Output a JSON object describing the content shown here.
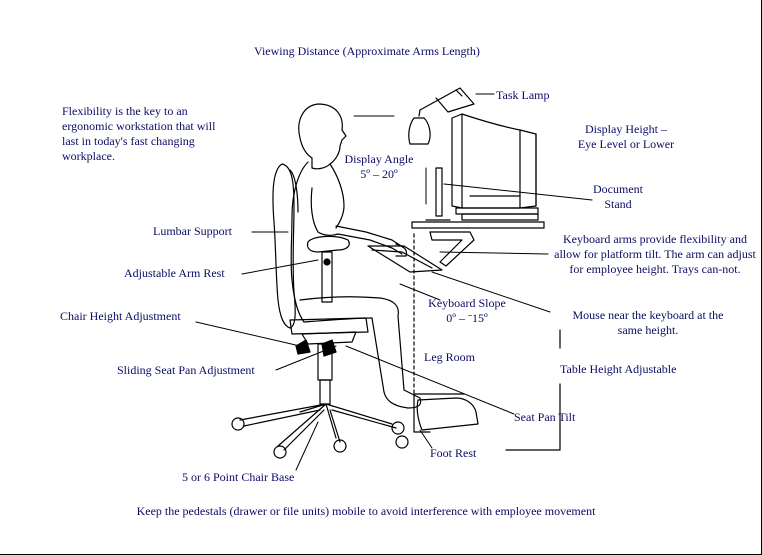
{
  "labels": {
    "viewing_distance": "Viewing Distance (Approximate Arms Length)",
    "flexibility": "Flexibility is the key to an ergonomic workstation that will last in today's fast changing workplace.",
    "task_lamp": "Task Lamp",
    "display_height": "Display Height –\nEye Level or Lower",
    "display_angle": "Display Angle\n5º – 20º",
    "document_stand": "Document\nStand",
    "lumbar_support": "Lumbar Support",
    "keyboard_arms": "Keyboard arms provide flexibility and allow for platform tilt.  The arm can adjust for employee height.  Trays can-not.",
    "adjustable_arm_rest": "Adjustable Arm Rest",
    "keyboard_slope": "Keyboard Slope\n0º – ˉ15º",
    "chair_height": "Chair Height Adjustment",
    "mouse_near": "Mouse near the keyboard  at the\nsame height.",
    "leg_room": "Leg Room",
    "sliding_seat": "Sliding Seat Pan Adjustment",
    "table_height": "Table Height Adjustable",
    "seat_pan_tilt": "Seat Pan Tilt",
    "foot_rest": "Foot Rest",
    "chair_base": "5 or 6 Point Chair Base",
    "pedestals": "Keep the pedestals (drawer or file units) mobile to avoid interference with employee movement"
  },
  "colors": {
    "text": "#0b0b66",
    "line": "#000000",
    "background": "#ffffff"
  }
}
